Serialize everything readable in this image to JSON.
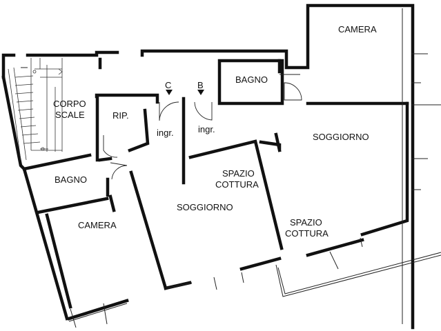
{
  "rooms": {
    "camera_top": "CAMERA",
    "bagno_top": "BAGNO",
    "corpo_scale_1": "CORPO",
    "corpo_scale_2": "SCALE",
    "rip": "RIP.",
    "soggiorno_right": "SOGGIORNO",
    "spazio_cottura_mid_1": "SPAZIO",
    "spazio_cottura_mid_2": "COTTURA",
    "bagno_left": "BAGNO",
    "camera_left": "CAMERA",
    "soggiorno_mid": "SOGGIORNO",
    "spazio_cottura_right_1": "SPAZIO",
    "spazio_cottura_right_2": "COTTURA"
  },
  "entrances": {
    "c_letter": "C",
    "b_letter": "B",
    "ingr_c": "ingr.",
    "ingr_b": "ingr."
  }
}
